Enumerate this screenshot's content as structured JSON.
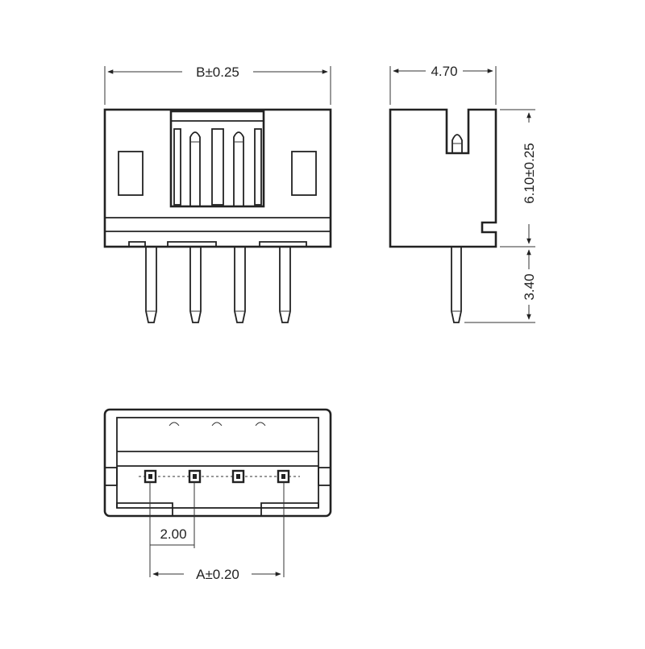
{
  "front_view": {
    "width_label": "B±0.25"
  },
  "side_view": {
    "depth_label": "4.70",
    "height_label": "6.10±0.25",
    "pin_length_label": "3.40"
  },
  "bottom_view": {
    "pitch_label": "2.00",
    "span_label": "A±0.20"
  }
}
